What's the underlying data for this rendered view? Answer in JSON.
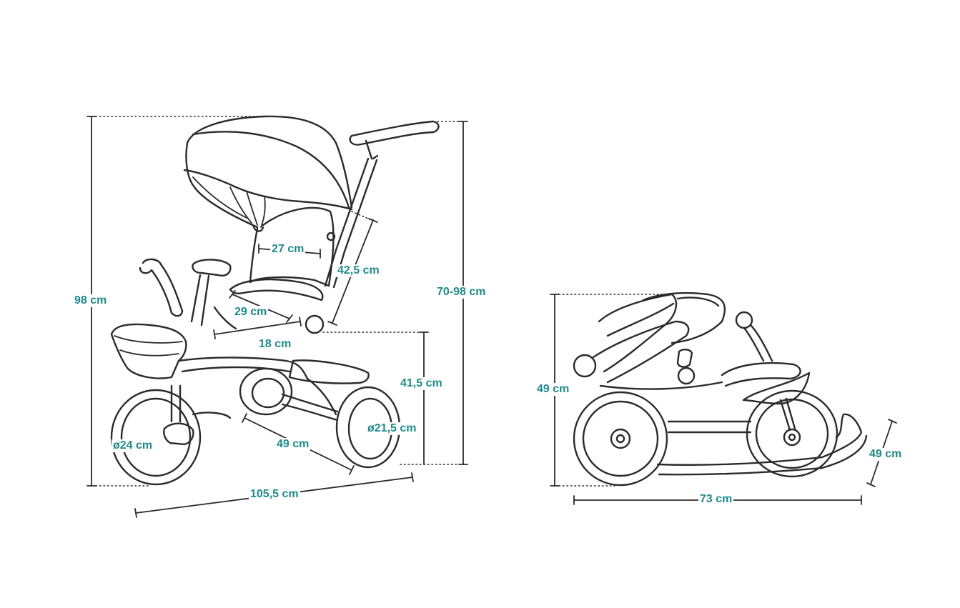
{
  "colors": {
    "label": "#1f8a8a",
    "line": "#2b2b2b",
    "background": "#ffffff"
  },
  "trike_unfolded": {
    "dimensions": {
      "total_height": "98 cm",
      "handle_height": "70-98 cm",
      "backrest_width": "27 cm",
      "backrest_height": "42,5 cm",
      "seat_depth": "29 cm",
      "seat_width": "18 cm",
      "seat_height": "41,5 cm",
      "front_wheel": "ø24 cm",
      "rear_wheel": "ø21,5 cm",
      "rear_track": "49 cm",
      "total_length": "105,5 cm"
    }
  },
  "trike_folded": {
    "dimensions": {
      "height": "49 cm",
      "length": "73 cm",
      "width": "49 cm"
    }
  }
}
